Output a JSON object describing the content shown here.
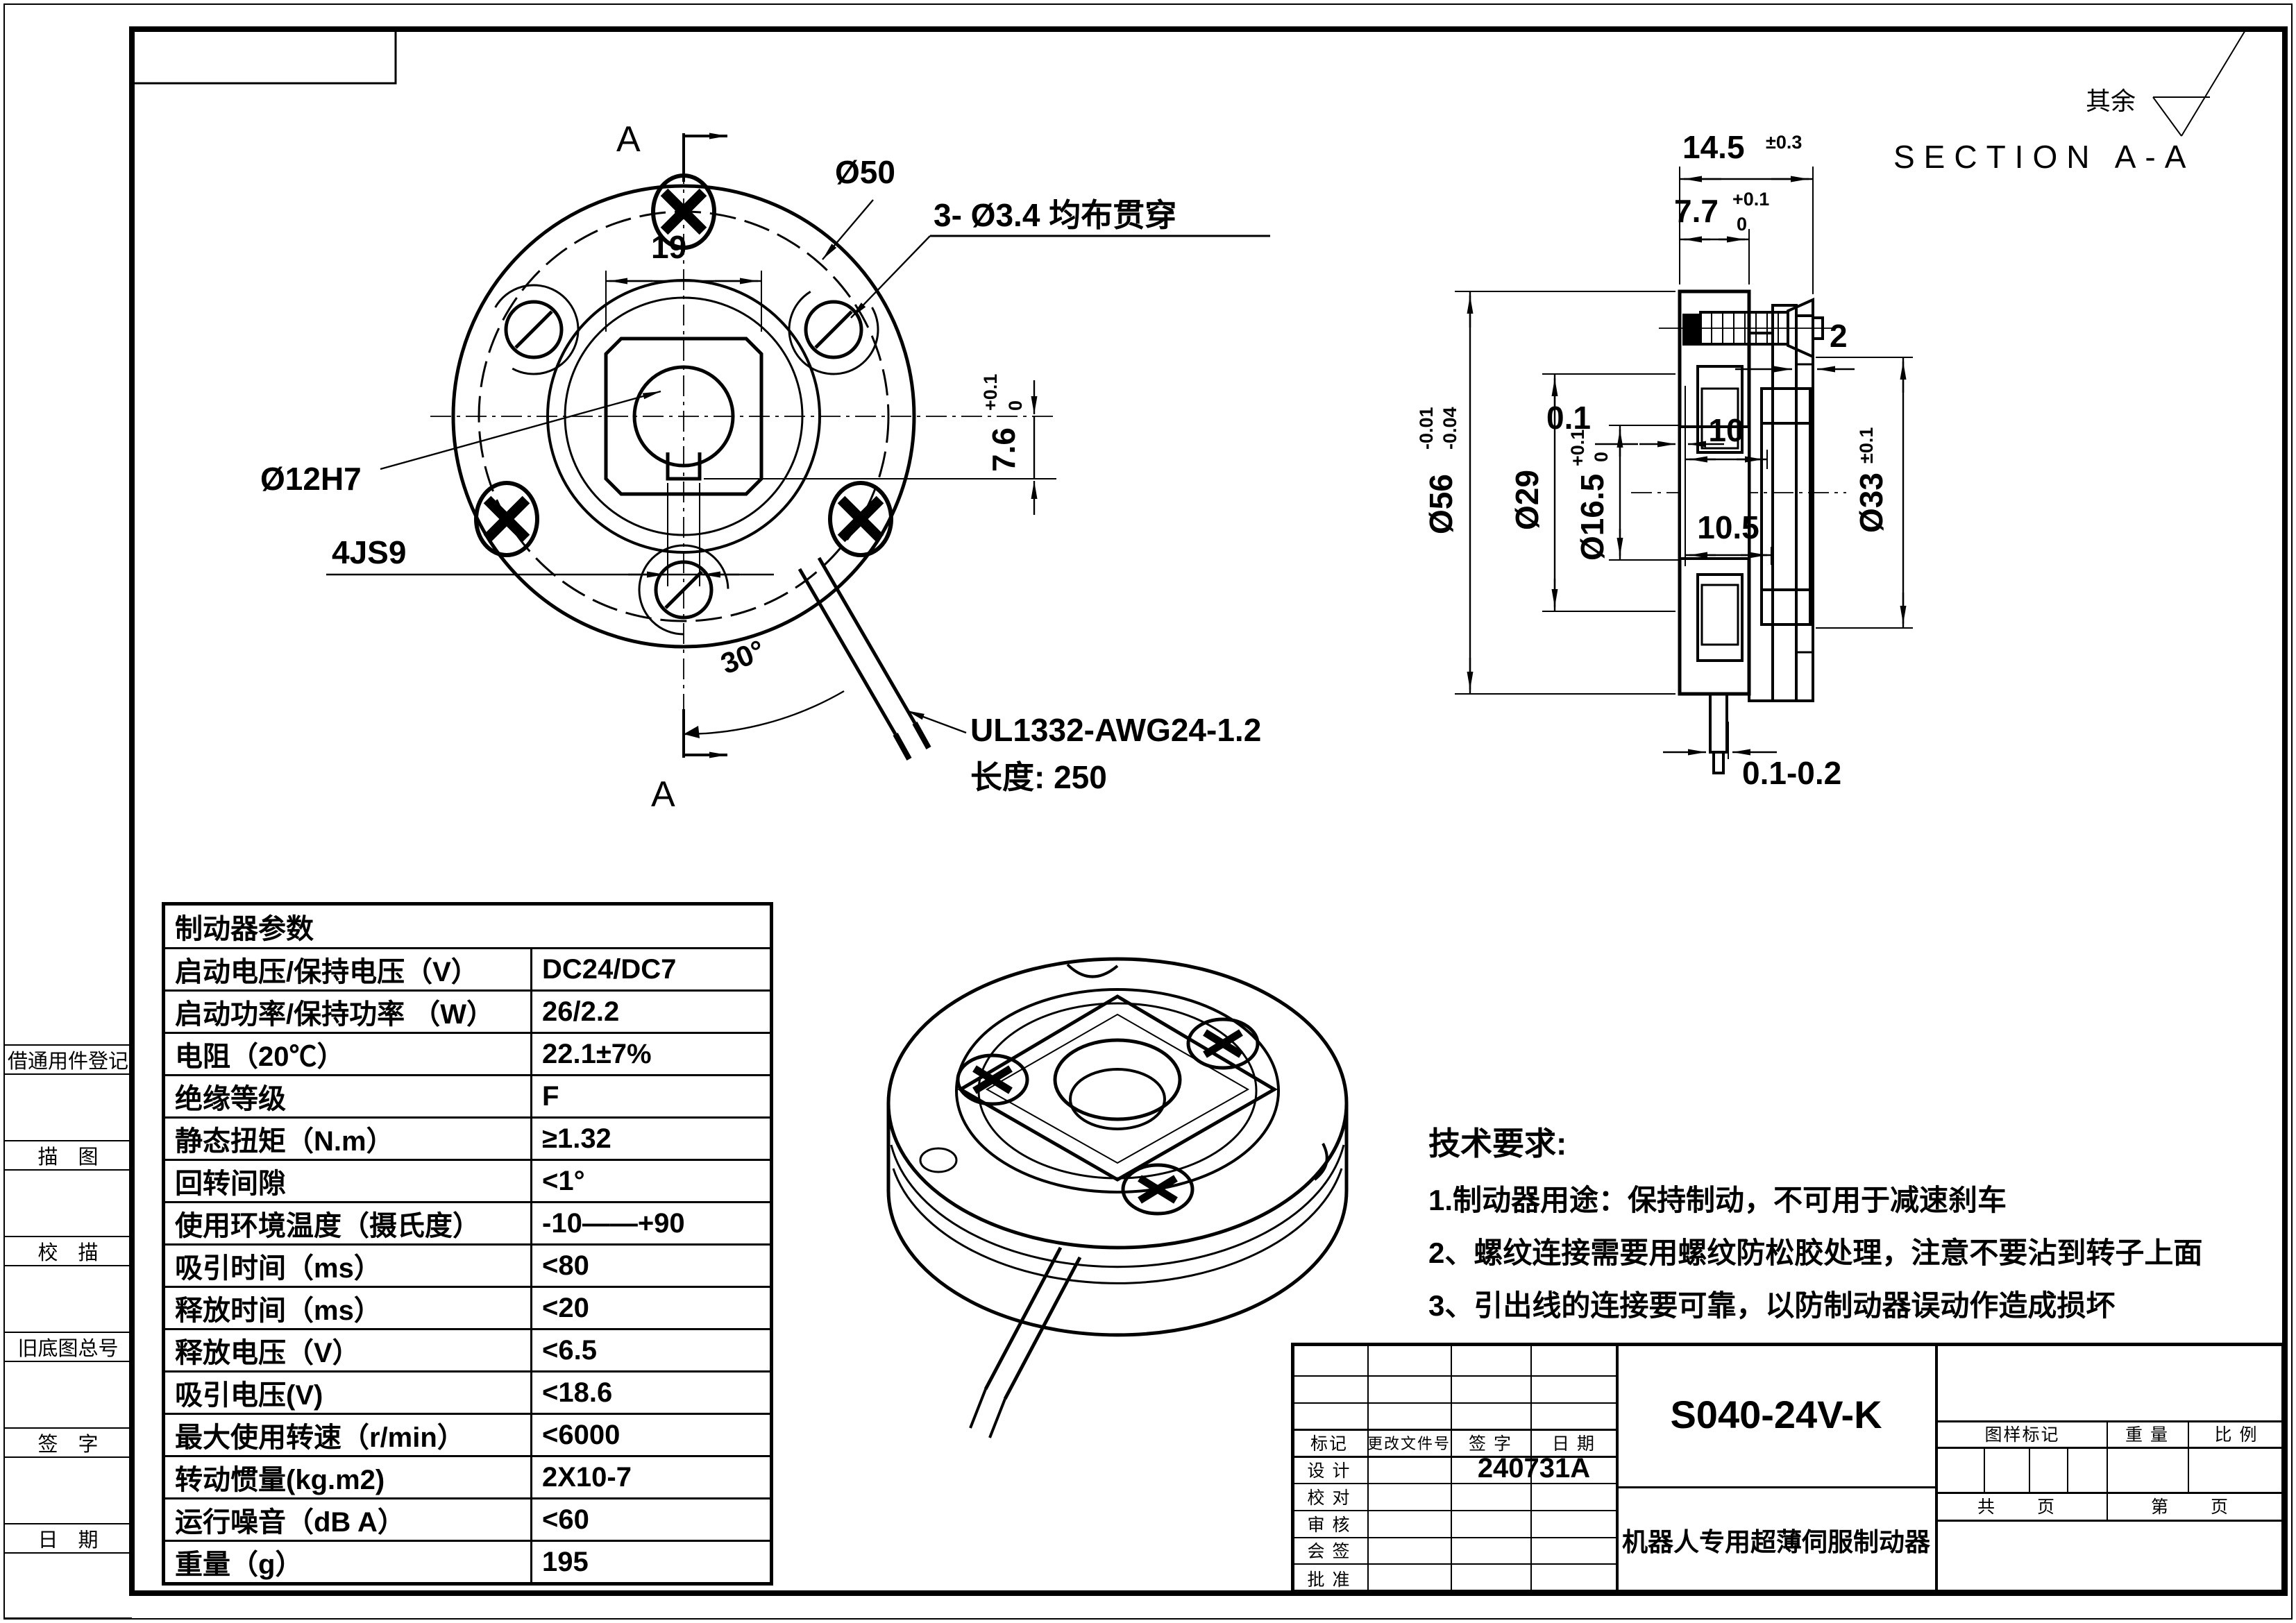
{
  "sheet": {
    "surface_note": "其余",
    "section_title": "SECTION A-A",
    "cut_label": "A"
  },
  "front": {
    "d50": "Ø50",
    "holes": "3- Ø3.4 均布贯穿",
    "d19": "19",
    "d76": "7.6",
    "d76u": "+0.1",
    "d76d": "0",
    "bore": "Ø12H7",
    "key": "4JS9",
    "angle": "30°",
    "wire_spec": "UL1332-AWG24-1.2",
    "wire_len": "长度: 250"
  },
  "section": {
    "d145": "14.5",
    "d145t": "±0.3",
    "d77": "7.7",
    "d77u": "+0.1",
    "d77d": "0",
    "d2": "2",
    "d01": "0.1",
    "d10": "10",
    "d105": "10.5",
    "gap": "0.1-0.2",
    "d56": "Ø56",
    "d56u": "-0.01",
    "d56d": "-0.04",
    "d29": "Ø29",
    "d165": "Ø16.5",
    "d165u": "+0.1",
    "d165d": "0",
    "d33": "Ø33",
    "d33t": "±0.1"
  },
  "table": {
    "title": "制动器参数",
    "rows": [
      {
        "label": "启动电压/保持电压（V）",
        "value": "DC24/DC7"
      },
      {
        "label": "启动功率/保持功率 （W）",
        "value": "26/2.2"
      },
      {
        "label": "电阻（20℃）",
        "value": "22.1±7%"
      },
      {
        "label": "绝缘等级",
        "value": "F"
      },
      {
        "label": "静态扭矩（N.m）",
        "value": "≥1.32"
      },
      {
        "label": "回转间隙",
        "value": "<1°"
      },
      {
        "label": "使用环境温度（摄氏度）",
        "value": "-10——+90"
      },
      {
        "label": "吸引时间（ms）",
        "value": "<80"
      },
      {
        "label": "释放时间（ms）",
        "value": "<20"
      },
      {
        "label": "释放电压（V）",
        "value": "<6.5"
      },
      {
        "label": "吸引电压(V)",
        "value": "<18.6"
      },
      {
        "label": "最大使用转速（r/min）",
        "value": "<6000"
      },
      {
        "label": "转动惯量(kg.m2)",
        "value": "2X10-7"
      },
      {
        "label": "运行噪音（dB A）",
        "value": "<60"
      },
      {
        "label": "重量（g）",
        "value": "195"
      }
    ]
  },
  "tech": {
    "title": "技术要求:",
    "items": [
      "1.制动器用途：保持制动，不可用于减速刹车",
      "2、螺纹连接需要用螺纹防松胶处理，注意不要沾到转子上面",
      "3、引出线的连接要可靠，以防制动器误动作造成损坏"
    ]
  },
  "titleblock": {
    "part_no": "S040-24V-K",
    "name": "机器人专用超薄伺服制动器",
    "code": "240731A",
    "h_mark": "标记",
    "h_doc": "更改文件号",
    "h_sign": "签 字",
    "h_date": "日 期",
    "r_design": "设 计",
    "r_check": "校 对",
    "r_audit": "审 核",
    "r_countersign": "会 签",
    "r_approve": "批 准",
    "h_dmark": "图样标记",
    "h_weight": "重 量",
    "h_scale": "比 例",
    "pages_total": "共　页",
    "page_no": "第　页"
  },
  "sidebar": {
    "items": [
      "借通用件登记",
      "描　图",
      "校　描",
      "旧底图总号",
      "签　字",
      "日　期"
    ]
  }
}
